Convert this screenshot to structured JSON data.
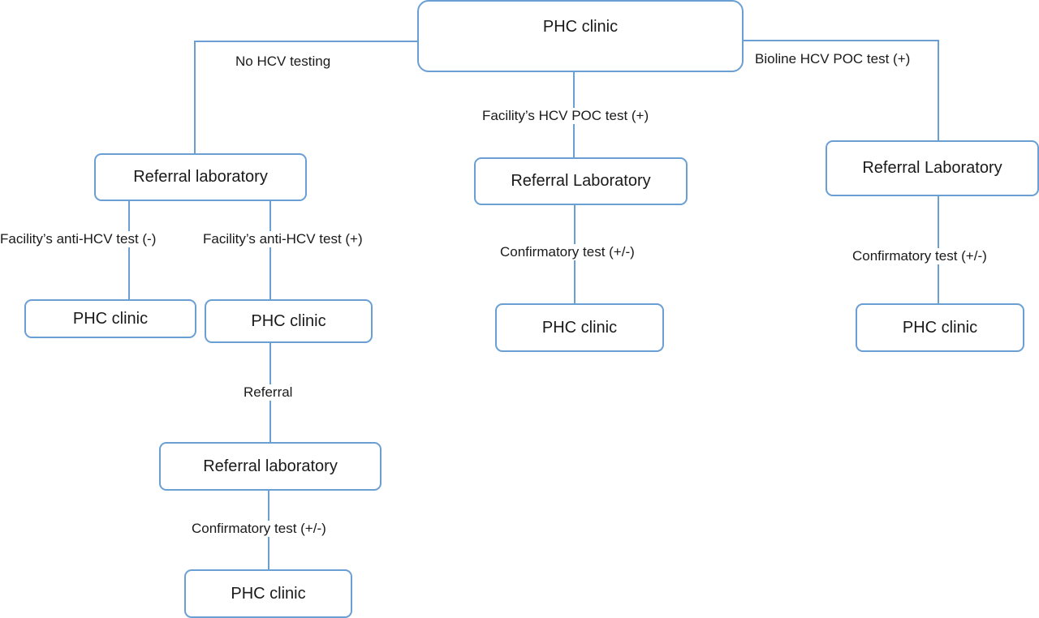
{
  "nodes": {
    "root": "PHC clinic",
    "left_lab": "Referral laboratory",
    "left_clinic_neg": "PHC clinic",
    "left_clinic_pos": "PHC clinic",
    "left_lab_2": "Referral laboratory",
    "left_clinic_final": "PHC clinic",
    "mid_lab": "Referral Laboratory",
    "mid_clinic": "PHC clinic",
    "right_lab": "Referral Laboratory",
    "right_clinic": "PHC clinic"
  },
  "edges": {
    "no_testing": "No HCV testing",
    "facility_poc": "Facility’s HCV POC test (+)",
    "bioline_poc": "Bioline HCV POC test (+)",
    "anti_hcv_neg": "Facility’s anti-HCV test (-)",
    "anti_hcv_pos": "Facility’s anti-HCV test (+)",
    "referral": "Referral",
    "confirm_left": "Confirmatory test (+/-)",
    "confirm_mid": "Confirmatory test (+/-)",
    "confirm_right": "Confirmatory test (+/-)"
  },
  "colors": {
    "box_border": "#6a9fd4",
    "connector": "#6a9fd4"
  }
}
